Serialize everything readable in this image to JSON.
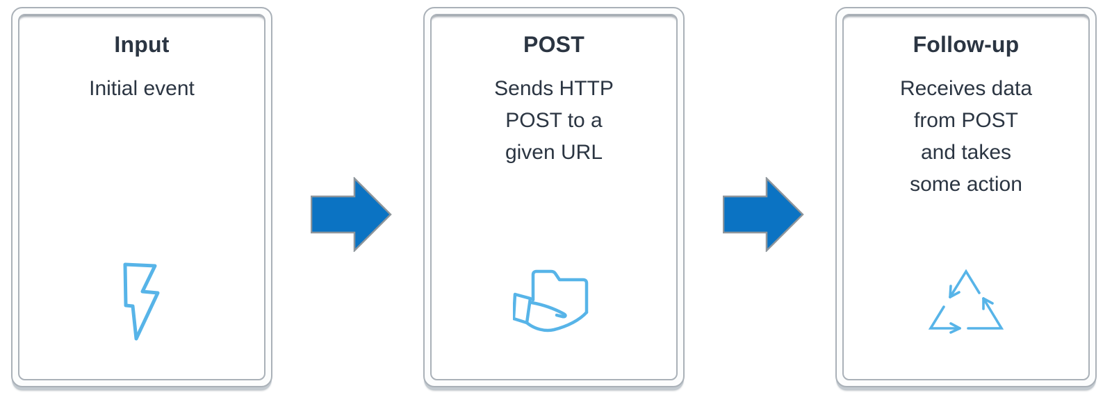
{
  "diagram_title": "webhook-flow",
  "cards": [
    {
      "title": "Input",
      "body": "Initial event",
      "icon": "lightning-bolt-icon"
    },
    {
      "title": "POST",
      "body": "Sends HTTP\nPOST to a\ngiven URL",
      "icon": "folder-in-hand-icon"
    },
    {
      "title": "Follow-up",
      "body": "Receives data\nfrom POST\nand takes\nsome action",
      "icon": "recycle-arrows-icon"
    }
  ],
  "arrows": [
    {
      "name": "flow-arrow-1",
      "direction": "right"
    },
    {
      "name": "flow-arrow-2",
      "direction": "right"
    }
  ],
  "colors": {
    "text": "#2b3542",
    "icon_blue": "#57b4e8",
    "arrow_fill": "#0b73c3",
    "arrow_stroke": "#8e959b",
    "frame_border": "#aab1b8",
    "background": "#ffffff"
  }
}
